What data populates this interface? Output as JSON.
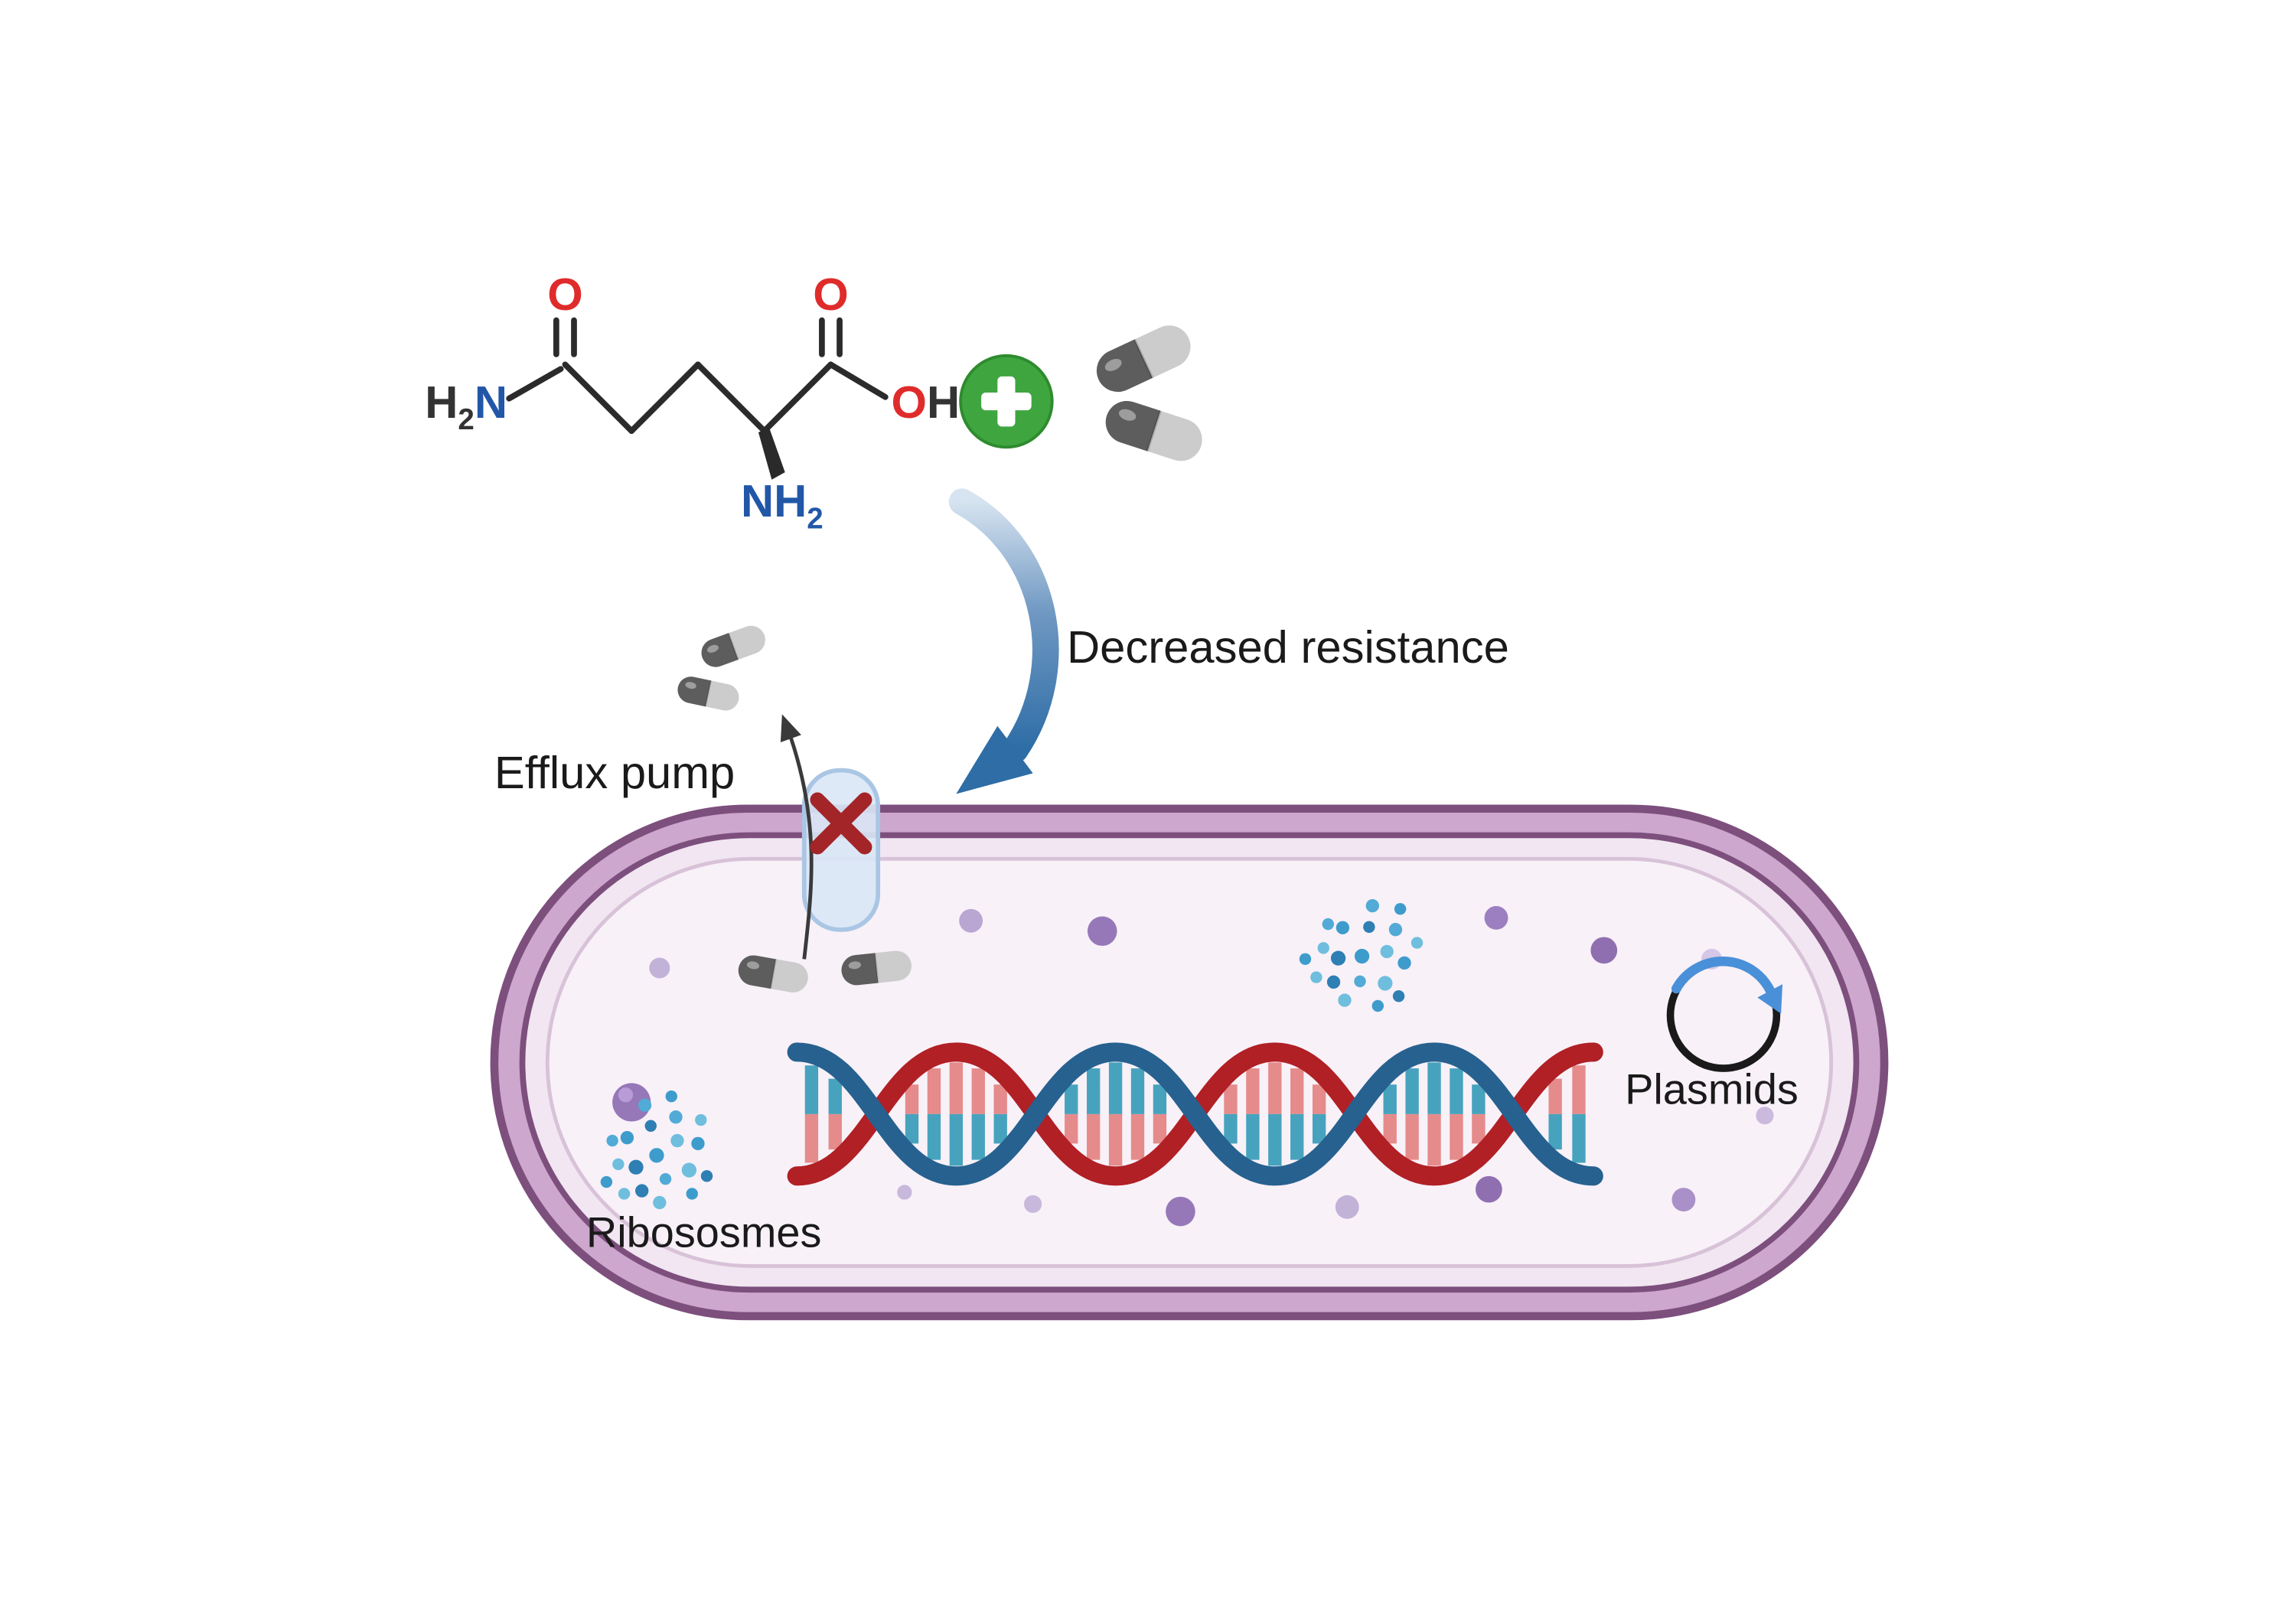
{
  "molecule": {
    "amide_h": "H",
    "amide_sub": "2",
    "amide_n": "N",
    "carbonyl_o_left": "O",
    "carbonyl_o_right": "O",
    "hydroxyl_o": "O",
    "hydroxyl_h": "H",
    "amine_nh": "NH",
    "amine_sub": "2"
  },
  "annotations": {
    "decreased_resistance": "Decreased resistance",
    "efflux_pump": "Efflux pump",
    "ribosomes": "Ribososmes",
    "plasmids": "Plasmids"
  },
  "icons": {
    "plus": "plus-icon",
    "capsule": "antibiotic-capsule-icon",
    "cross": "blocked-cross-icon",
    "plasmid": "plasmid-circle-icon",
    "ribosome_cluster": "ribosome-cluster-icon"
  },
  "colors": {
    "oxygen_red": "#e02b2b",
    "nitrogen_blue": "#2257a8",
    "bond_dark": "#2b2b2b",
    "plus_green": "#3fa63f",
    "arrow_blue": "#2e6da6",
    "membrane_purple": "#7d4f7d",
    "membrane_band": "#cda7cd",
    "cytoplasm_pink": "#f8f1f8",
    "dna_red": "#b02025",
    "dna_blue": "#27618f",
    "rung_pink": "#e58b8b",
    "rung_teal": "#47a3bd",
    "ribosome_blue": "#3e9ccd",
    "organelle_purple": "#9678b8",
    "pump_fill": "#d9e7f6",
    "cross_red": "#a32528",
    "plasmid_black": "#1a1a1a",
    "plasmid_arrow_blue": "#4a90d9",
    "capsule_dark": "#5d5d5d",
    "capsule_light": "#cccccc",
    "label_text": "#1a1a1a"
  }
}
